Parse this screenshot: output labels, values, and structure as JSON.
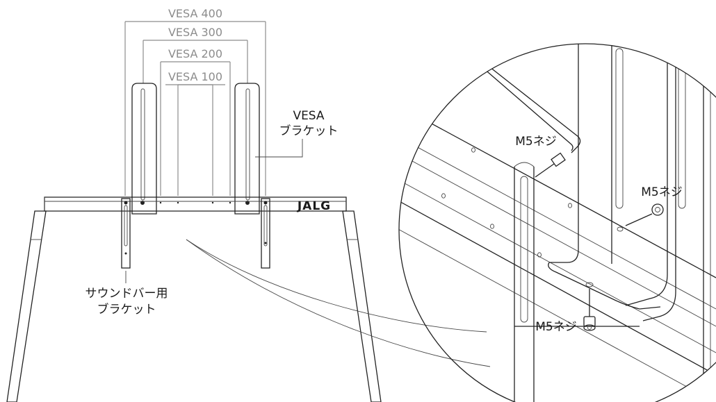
{
  "dimensions": {
    "vesa400": "VESA 400",
    "vesa300": "VESA 300",
    "vesa200": "VESA 200",
    "vesa100": "VESA 100"
  },
  "labels": {
    "vesa_bracket_line1": "VESA",
    "vesa_bracket_line2": "ブラケット",
    "soundbar_line1": "サウンドバー用",
    "soundbar_line2": "ブラケット",
    "screw_top": "M5ネジ",
    "screw_right": "M5ネジ",
    "screw_bottom": "M5ネジ"
  },
  "logo": "JALG"
}
